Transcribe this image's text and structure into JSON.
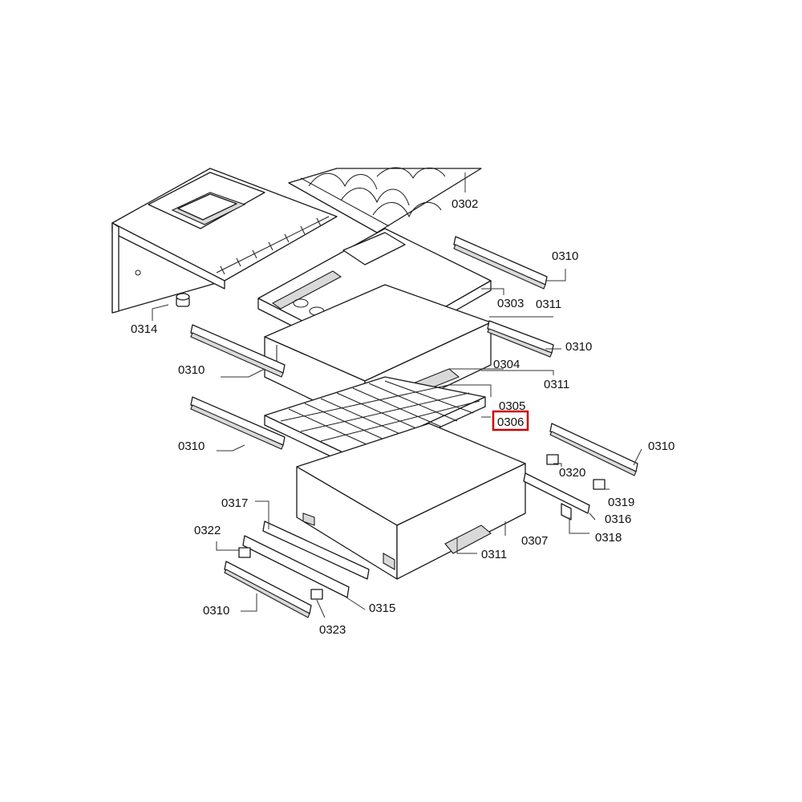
{
  "colors": {
    "highlight": "#cc0000",
    "line": "#1a1a1a"
  },
  "highlighted_part": "0306",
  "callouts": {
    "p0302": "0302",
    "p0303": "0303",
    "p0304": "0304",
    "p0305": "0305",
    "p0306": "0306",
    "p0307": "0307",
    "p0310_r1": "0310",
    "p0310_r2": "0310",
    "p0310_r3": "0310",
    "p0310_l1": "0310",
    "p0310_l2": "0310",
    "p0310_l3": "0310",
    "p0311_a": "0311",
    "p0311_b": "0311",
    "p0311_c": "0311",
    "p0314": "0314",
    "p0315": "0315",
    "p0316": "0316",
    "p0317": "0317",
    "p0318": "0318",
    "p0319": "0319",
    "p0320": "0320",
    "p0322": "0322",
    "p0323": "0323"
  }
}
